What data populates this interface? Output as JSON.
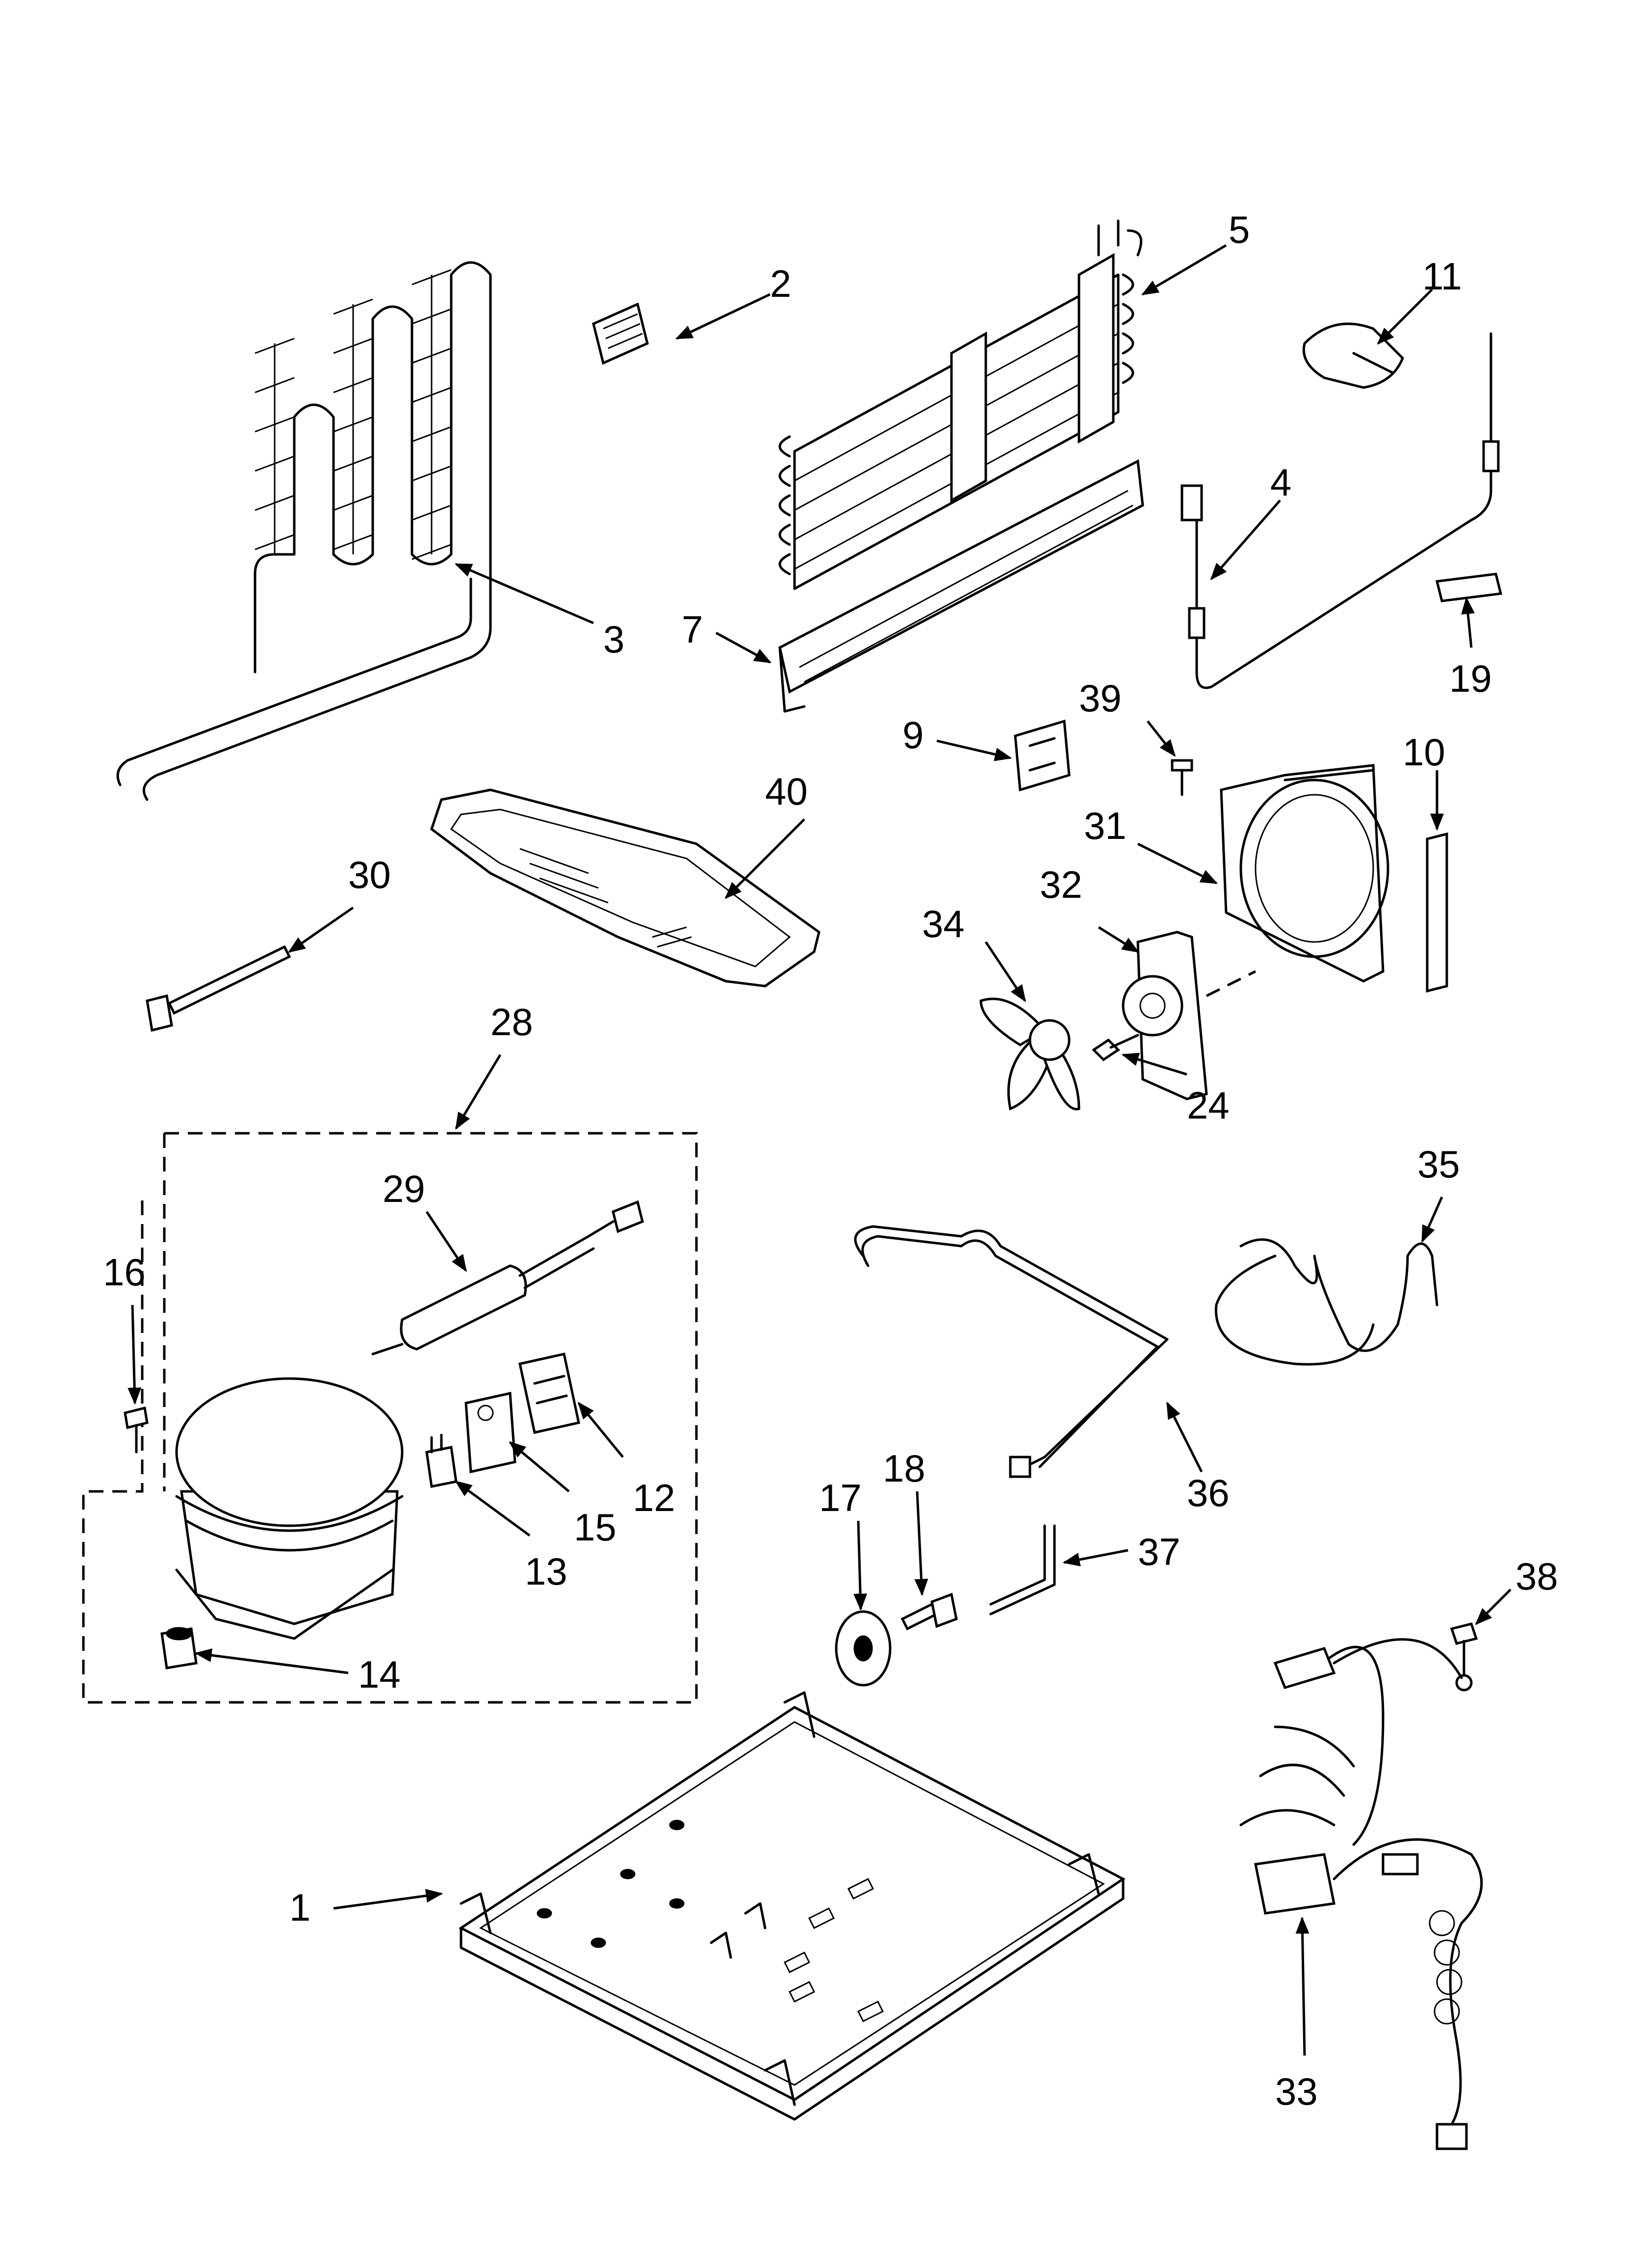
{
  "callouts": {
    "c1": "1",
    "c2": "2",
    "c3": "3",
    "c4": "4",
    "c5": "5",
    "c7": "7",
    "c9": "9",
    "c10": "10",
    "c11": "11",
    "c12": "12",
    "c13": "13",
    "c14": "14",
    "c15": "15",
    "c16": "16",
    "c17": "17",
    "c18": "18",
    "c19": "19",
    "c24": "24",
    "c28": "28",
    "c29": "29",
    "c30": "30",
    "c31": "31",
    "c32": "32",
    "c33": "33",
    "c34": "34",
    "c35": "35",
    "c36": "36",
    "c37": "37",
    "c38": "38",
    "c39": "39",
    "c40": "40"
  },
  "colors": {
    "line": "#000000",
    "background": "#ffffff"
  }
}
